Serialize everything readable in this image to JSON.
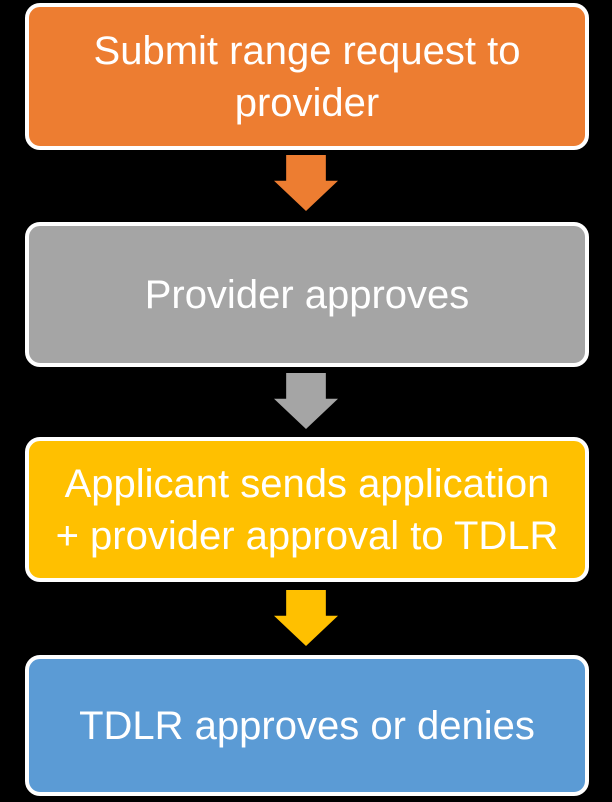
{
  "diagram": {
    "type": "vertical-process-flowchart",
    "background_color": "#000000",
    "border_color": "#FFFFFF",
    "text_color": "#FFFFFF",
    "steps": [
      {
        "label": "Submit range request to\nprovider",
        "color": "#ED7D31"
      },
      {
        "label": "Provider approves",
        "color": "#A5A5A5"
      },
      {
        "label": "Applicant sends application\n+ provider approval to TDLR",
        "color": "#FFC000"
      },
      {
        "label": "TDLR approves or denies",
        "color": "#5B9BD5"
      }
    ],
    "arrows": [
      {
        "direction": "down",
        "color": "#ED7D31"
      },
      {
        "direction": "down",
        "color": "#A5A5A5"
      },
      {
        "direction": "down",
        "color": "#FFC000"
      }
    ]
  }
}
